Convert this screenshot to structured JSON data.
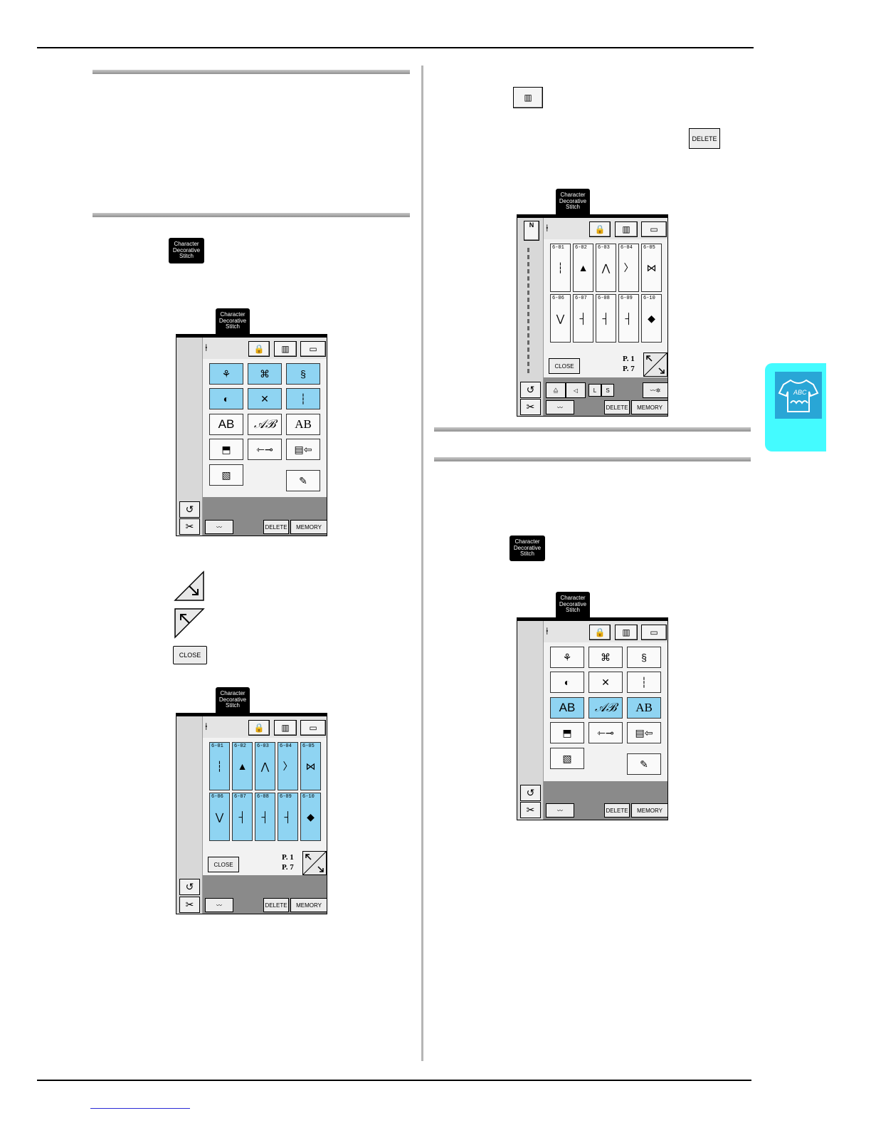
{
  "page": {
    "char_deco_label": "Character\nDecorative\nStitch",
    "buttons": {
      "close": "CLOSE",
      "delete": "DELETE",
      "memory": "MEMORY"
    },
    "pattern_codes": [
      "6-01",
      "6-02",
      "6-03",
      "6-04",
      "6-05",
      "6-06",
      "6-07",
      "6-08",
      "6-09",
      "6-10"
    ],
    "page_indicator": {
      "current": "P. 1",
      "total": "P. 7"
    },
    "font_tiles": [
      "AB",
      "𝒜ℬ",
      "AB"
    ],
    "presser_foot": "N",
    "size_buttons": [
      "L",
      "S"
    ]
  },
  "colors": {
    "tile_highlight": "#8fd4f2",
    "chapter_tab": "#44fbff"
  }
}
